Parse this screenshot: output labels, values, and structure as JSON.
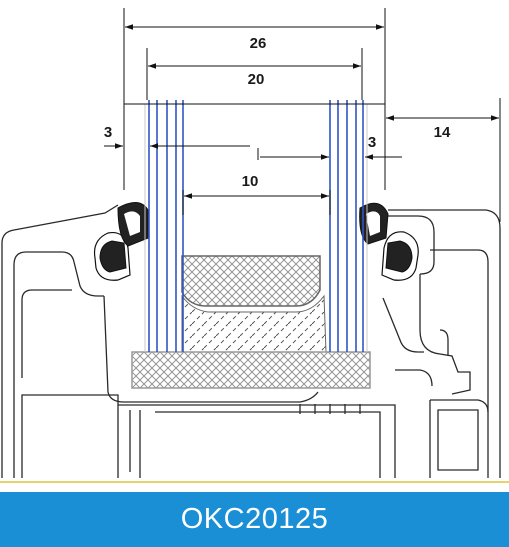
{
  "drawing": {
    "dimensions": {
      "overall_glass": "26",
      "pane_spacing": "20",
      "outer_pane": "3",
      "cavity": "10",
      "inner_pane": "3",
      "frame_offset": "14"
    },
    "colors": {
      "glass": "#2f55c8",
      "profile_line": "#2a2a2a",
      "hatch": "#777777",
      "sill_line": "#e6d36a"
    }
  },
  "footer": {
    "product_code": "OKC20125",
    "background": "#1b8fd6"
  }
}
